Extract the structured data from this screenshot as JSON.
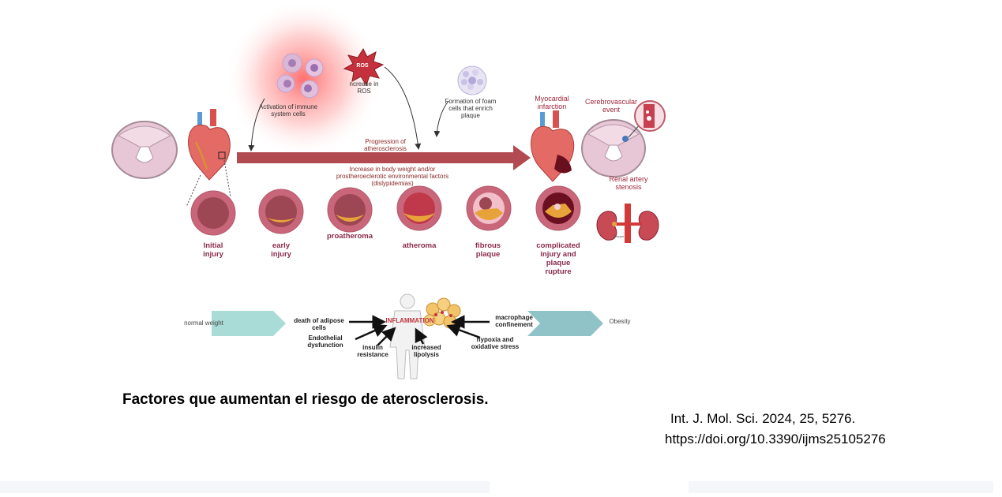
{
  "diagram": {
    "mechanisms": {
      "immune": "Activation of immune system cells",
      "ros_badge": "ROS",
      "ros": "ncrease in ROS",
      "foam": "Formation of foam cells that enrich plaque"
    },
    "progression": {
      "arrow_label": "Progression of atherosclerosis",
      "factors": "Increase in body weight and/or prostheroeclerotic environmental factors (dislypidemias)"
    },
    "stages": [
      {
        "label": "Initial injury"
      },
      {
        "label": "early injury"
      },
      {
        "label": "proatheroma"
      },
      {
        "label": "atheroma"
      },
      {
        "label": "fibrous plaque"
      },
      {
        "label": "complicated injury and plaque rupture"
      }
    ],
    "outcomes": {
      "myocardial": "Myocardial infarction",
      "cerebro": "Cerebrovascular event",
      "renal": "Renal artery stenosis",
      "kidney_tag": "Plaque"
    },
    "inflammation": {
      "left_chevron": "normal weight",
      "right_chevron": "Obesity",
      "center": "INFLAMMATION",
      "factors": {
        "adipose": "death of adipose cells",
        "endothelial": "Endothelial dysfunction",
        "insulin": "insulin resistance",
        "lipolysis": "increased lipolysis",
        "hypoxia": "hypoxia and oxidative stress",
        "macrophage": "macrophage confinement"
      }
    }
  },
  "caption": "Factores que aumentan el riesgo de aterosclerosis.",
  "citation": {
    "journal": "Int. J. Mol. Sci. 2024, 25, 5276.",
    "doi": "https://doi.org/10.3390/ijms25105276"
  },
  "colors": {
    "arrow": "#b24a52",
    "artery_wall": "#c9667a",
    "lumen": "#9c4753",
    "plaque": "#e8a23a",
    "chevron_left": "#a9dcd6",
    "chevron_right": "#8fc3c8",
    "glow": "#ff5a5a",
    "brain": "#e9c8d6"
  }
}
